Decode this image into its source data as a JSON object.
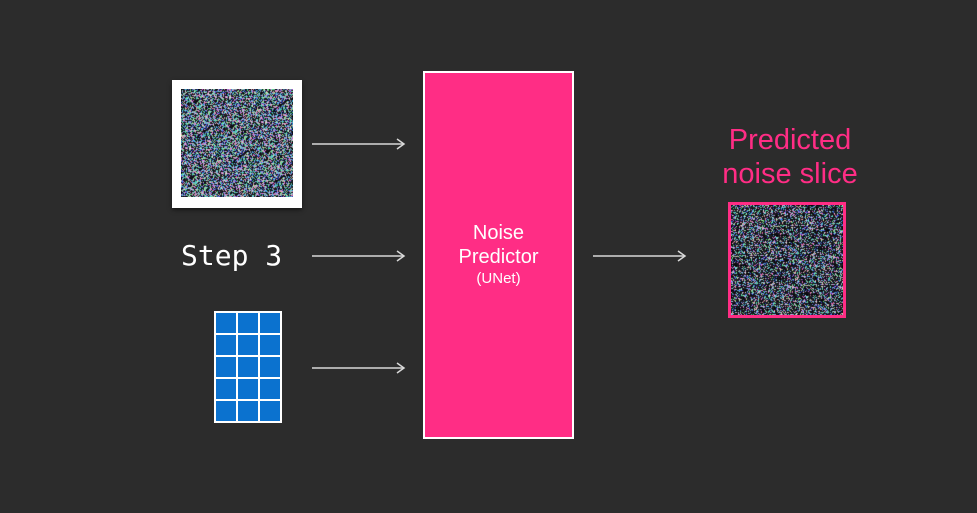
{
  "diagram": {
    "step_label": "Step 3",
    "predictor": {
      "line1": "Noise",
      "line2": "Predictor",
      "subtitle": "(UNet)"
    },
    "output": {
      "title_line1": "Predicted",
      "title_line2": "noise slice"
    },
    "colors": {
      "background": "#2c2c2c",
      "accent": "#ff2d85",
      "embedding_blue": "#0b72cf",
      "arrow": "#d8d8d8"
    },
    "embedding_grid": {
      "rows": 5,
      "cols": 3
    }
  }
}
